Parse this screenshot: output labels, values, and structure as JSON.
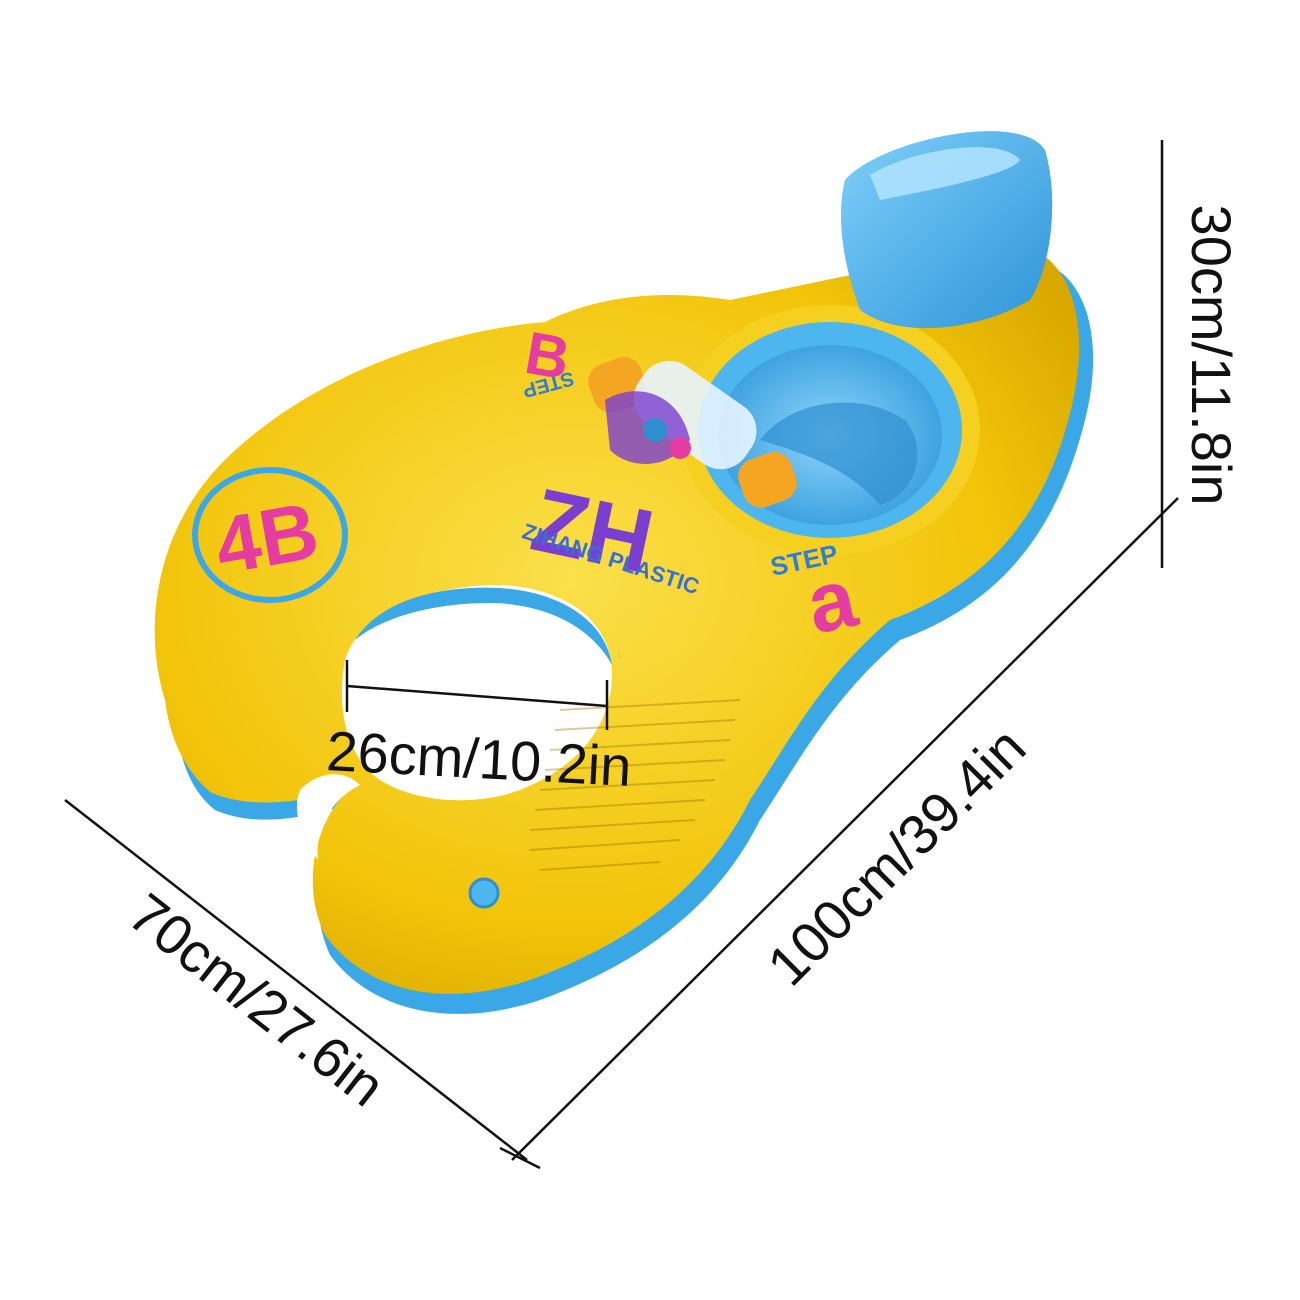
{
  "product": {
    "brand_text": "ZIHANG PLASTIC",
    "step_text": "STEP",
    "step_text_upper": "STEP",
    "letters_left": "4B",
    "letters_right": "a",
    "letters_top": "B"
  },
  "dimensions": {
    "height": "30cm/11.8in",
    "length": "100cm/39.4in",
    "width": "70cm/27.6in",
    "hole": "26cm/10.2in"
  },
  "colors": {
    "float_yellow": "#f2c40a",
    "float_blue": "#3aa8e6",
    "seat_blue": "#5cc0f2",
    "print_purple": "#7a3fd0",
    "print_pink": "#e43ca0",
    "line": "#111111"
  }
}
